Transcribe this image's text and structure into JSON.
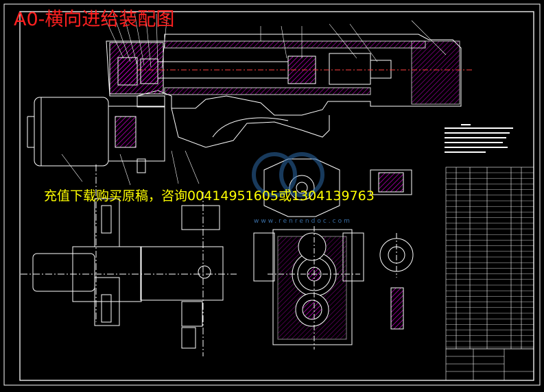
{
  "title": "A0-横向进给装配图",
  "promo": "充值下载购买原稿，咨询00414951605或1304139763",
  "watermark": "www.renrendoc.com",
  "colors": {
    "background": "#000000",
    "lines": "#ffffff",
    "hatch": "#d000d0",
    "title": "#ff2020",
    "promo": "#ffff00",
    "leader": "#00ffff"
  }
}
